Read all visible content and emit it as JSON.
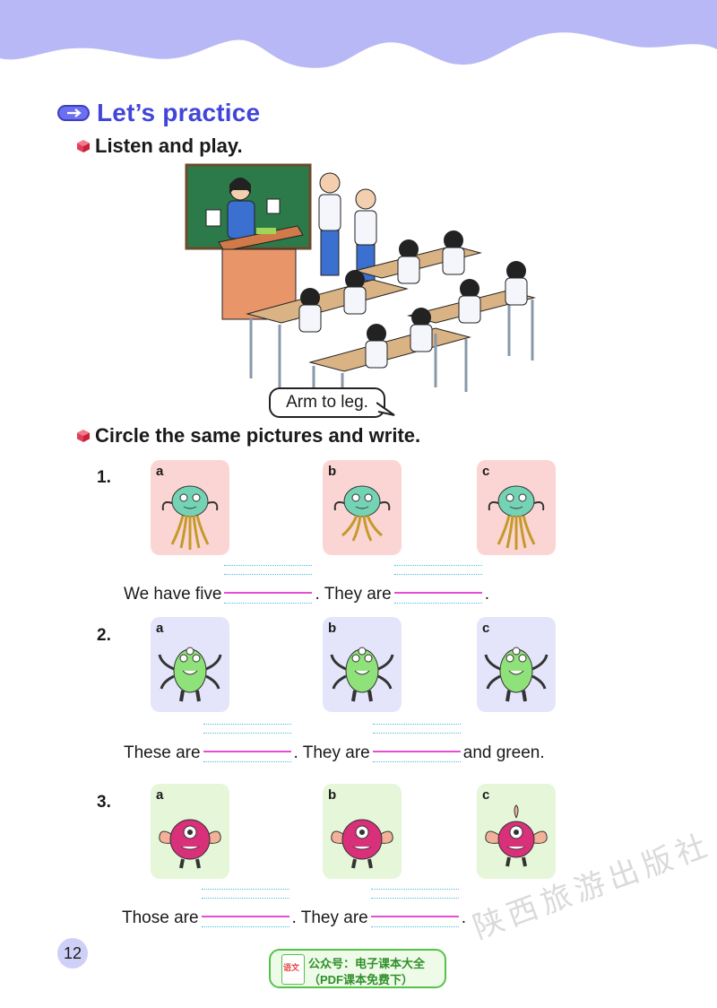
{
  "section": {
    "title": "Let’s practice"
  },
  "activities": {
    "listen_play": "Listen and play.",
    "circle_write": "Circle the same pictures and write."
  },
  "scene": {
    "speech_bubble": "Arm to leg."
  },
  "questions": [
    {
      "number": "1.",
      "cards": [
        "a",
        "b",
        "c"
      ],
      "sentence": {
        "part1": "We have five",
        "part2": ". They are",
        "part3": "."
      }
    },
    {
      "number": "2.",
      "cards": [
        "a",
        "b",
        "c"
      ],
      "sentence": {
        "part1": "These are",
        "part2": ". They are",
        "part3": "and green."
      }
    },
    {
      "number": "3.",
      "cards": [
        "a",
        "b",
        "c"
      ],
      "sentence": {
        "part1": "Those are",
        "part2": ". They are",
        "part3": "."
      }
    }
  ],
  "footer": {
    "page_number": "12",
    "stamp_line1": "公众号：电子课本大全",
    "stamp_line2": "（PDF课本免费下）",
    "stamp_logo_text": "语文",
    "watermark": "陕西旅游出版社"
  },
  "colors": {
    "accent": "#4146d8",
    "wave": "#b9b8f6",
    "blank_line": "#e24fd0",
    "dotted_line": "#47bfe0",
    "card_pink": "#fbd5d3",
    "card_lavender": "#e4e5fb",
    "card_mint": "#e6f6d9"
  }
}
